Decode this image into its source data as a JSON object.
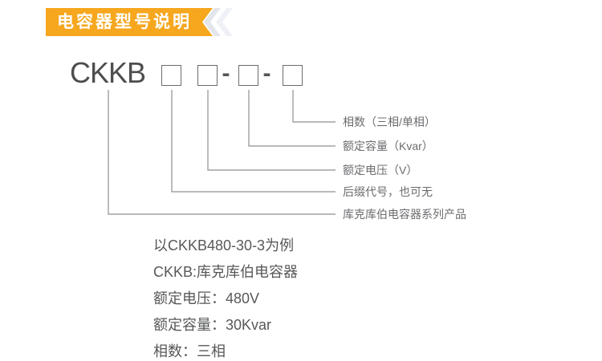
{
  "banner": {
    "title": "电容器型号说明",
    "bg_color": "#F6A71E",
    "text_color": "#ffffff",
    "chevron_icon": "double-left-chevron"
  },
  "model": {
    "prefix": "CKKB",
    "separator": "-"
  },
  "callouts": [
    {
      "text": "相数（三相/单相）"
    },
    {
      "text": "额定容量（Kvar）"
    },
    {
      "text": "额定电压（V）"
    },
    {
      "text": "后缀代号，也可无"
    },
    {
      "text": "库克库伯电容器系列产品"
    }
  ],
  "example": {
    "lines": [
      "以CKKB480-30-3为例",
      "CKKB:库克库伯电容器",
      "额定电压：480V",
      "额定容量：30Kvar",
      "相数：三相"
    ]
  },
  "colors": {
    "accent": "#F6A71E",
    "text_dark": "#4d4e50",
    "text_gray": "#6b6c6f",
    "line": "#8e8f92"
  }
}
